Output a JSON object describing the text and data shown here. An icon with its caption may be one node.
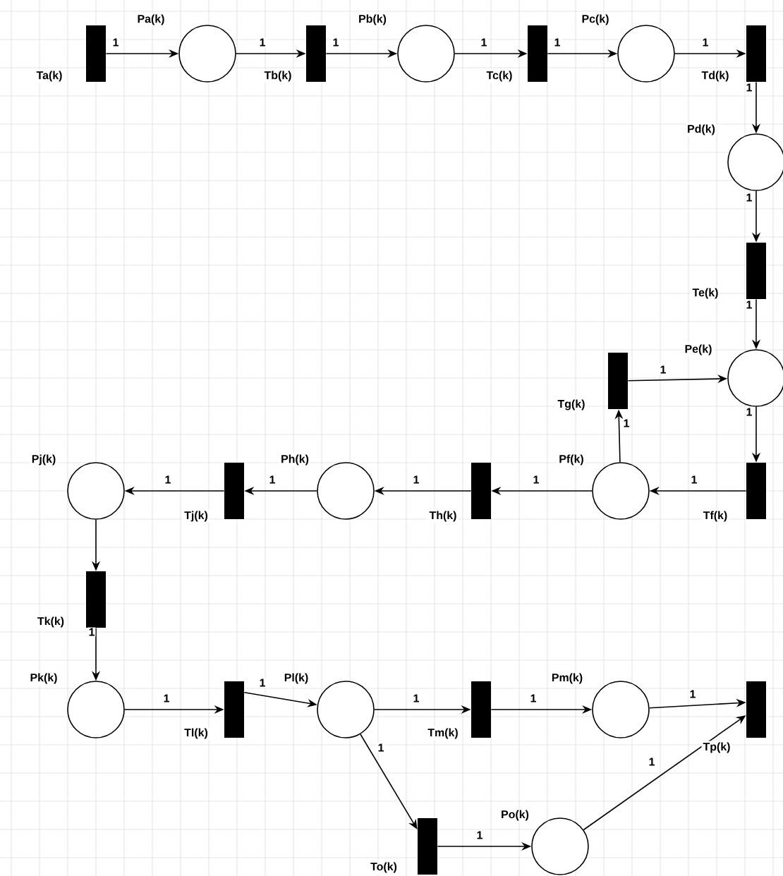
{
  "diagram": {
    "nodes": [
      {
        "text": [],
        "shape": "bar",
        "beside": [
          "Ta(k)"
        ]
      },
      {
        "text": [],
        "shape": "circle",
        "beside": [
          "Pa(k)"
        ]
      },
      {
        "text": [],
        "shape": "bar",
        "beside": [
          "Tb(k)"
        ]
      },
      {
        "text": [],
        "shape": "circle",
        "beside": [
          "Pb(k)"
        ]
      },
      {
        "text": [],
        "shape": "bar",
        "beside": [
          "Tc(k)"
        ]
      },
      {
        "text": [],
        "shape": "circle",
        "beside": [
          "Pc(k)"
        ]
      },
      {
        "text": [],
        "shape": "bar",
        "beside": [
          "Td(k)"
        ]
      },
      {
        "text": [],
        "shape": "circle",
        "beside": [
          "Pd(k)"
        ]
      },
      {
        "text": [],
        "shape": "bar",
        "beside": [
          "Te(k)"
        ]
      },
      {
        "text": [],
        "shape": "circle",
        "beside": [
          "Pe(k)"
        ]
      },
      {
        "text": [],
        "shape": "bar",
        "beside": [
          "Tg(k)"
        ]
      },
      {
        "text": [],
        "shape": "bar",
        "beside": [
          "Tf(k)"
        ]
      },
      {
        "text": [],
        "shape": "circle",
        "beside": [
          "Pf(k)"
        ]
      },
      {
        "text": [],
        "shape": "bar",
        "beside": [
          "Th(k)"
        ]
      },
      {
        "text": [],
        "shape": "circle",
        "beside": [
          "Ph(k)"
        ]
      },
      {
        "text": [],
        "shape": "bar",
        "beside": [
          "Tj(k)"
        ]
      },
      {
        "text": [],
        "shape": "circle",
        "beside": [
          "Pj(k)"
        ]
      },
      {
        "text": [],
        "shape": "bar",
        "beside": [
          "Tk(k)"
        ]
      },
      {
        "text": [],
        "shape": "circle",
        "beside": [
          "Pk(k)"
        ]
      },
      {
        "text": [],
        "shape": "bar",
        "beside": [
          "Tl(k)"
        ]
      },
      {
        "text": [],
        "shape": "circle",
        "beside": [
          "Pl(k)"
        ]
      },
      {
        "text": [],
        "shape": "bar",
        "beside": [
          "Tm(k)"
        ]
      },
      {
        "text": [],
        "shape": "circle",
        "beside": [
          "Pm(k)"
        ]
      },
      {
        "text": [],
        "shape": "bar",
        "beside": [
          "Tp(k)"
        ]
      },
      {
        "text": [],
        "shape": "bar",
        "beside": [
          "To(k)"
        ]
      },
      {
        "text": [],
        "shape": "circle",
        "beside": [
          "Po(k)"
        ]
      }
    ],
    "edges": [
      {
        "from": 0,
        "to": 1,
        "arrow": "to",
        "label": "1"
      },
      {
        "from": 1,
        "to": 2,
        "arrow": "to",
        "label": "1"
      },
      {
        "from": 2,
        "to": 3,
        "arrow": "to",
        "label": "1"
      },
      {
        "from": 3,
        "to": 4,
        "arrow": "to",
        "label": "1"
      },
      {
        "from": 4,
        "to": 5,
        "arrow": "to",
        "label": "1"
      },
      {
        "from": 5,
        "to": 6,
        "arrow": "to",
        "label": "1"
      },
      {
        "from": 6,
        "to": 7,
        "arrow": "to",
        "label": "1"
      },
      {
        "from": 7,
        "to": 8,
        "arrow": "to",
        "label": "1"
      },
      {
        "from": 8,
        "to": 9,
        "arrow": "to",
        "label": "1"
      },
      {
        "from": 9,
        "to": 11,
        "arrow": "to",
        "label": "1"
      },
      {
        "from": 11,
        "to": 12,
        "arrow": "to",
        "label": "1"
      },
      {
        "from": 12,
        "to": 10,
        "arrow": "to",
        "label": "1"
      },
      {
        "from": 10,
        "to": 9,
        "arrow": "to",
        "label": "1"
      },
      {
        "from": 12,
        "to": 13,
        "arrow": "to",
        "label": "1"
      },
      {
        "from": 13,
        "to": 14,
        "arrow": "to",
        "label": "1"
      },
      {
        "from": 14,
        "to": 15,
        "arrow": "to",
        "label": "1"
      },
      {
        "from": 15,
        "to": 16,
        "arrow": "to",
        "label": "1"
      },
      {
        "from": 16,
        "to": 17,
        "arrow": "to"
      },
      {
        "from": 17,
        "to": 18,
        "arrow": "to",
        "label": "1"
      },
      {
        "from": 18,
        "to": 19,
        "arrow": "to",
        "label": "1"
      },
      {
        "from": 19,
        "to": 20,
        "arrow": "to",
        "label": "1"
      },
      {
        "from": 20,
        "to": 21,
        "arrow": "to",
        "label": "1"
      },
      {
        "from": 21,
        "to": 22,
        "arrow": "to",
        "label": "1"
      },
      {
        "from": 22,
        "to": 23,
        "arrow": "to",
        "label": "1"
      },
      {
        "from": 20,
        "to": 24,
        "arrow": "to",
        "label": "1"
      },
      {
        "from": 24,
        "to": 25,
        "arrow": "to",
        "label": "1"
      },
      {
        "from": 25,
        "to": 23,
        "arrow": "to",
        "label": "1"
      }
    ]
  }
}
